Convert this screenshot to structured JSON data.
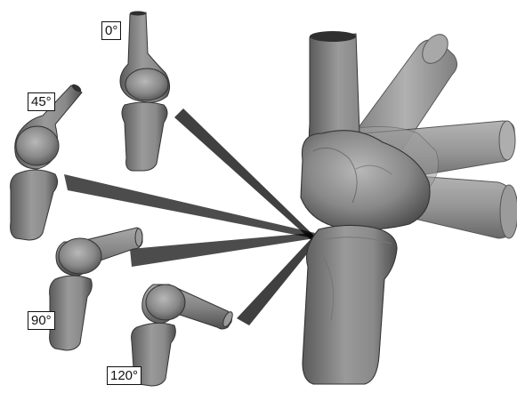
{
  "figure": {
    "labels": [
      {
        "id": "angle-0",
        "text": "0°"
      },
      {
        "id": "angle-45",
        "text": "45°"
      },
      {
        "id": "angle-90",
        "text": "90°"
      },
      {
        "id": "angle-120",
        "text": "120°"
      }
    ],
    "colors": {
      "background": "#ffffff",
      "bone_dark": "#5a5a5a",
      "bone_mid": "#8e8e8e",
      "bone_light": "#bdbdbd",
      "outline": "#3a3a3a",
      "ray": "#000000",
      "label_border": "#111111"
    }
  }
}
